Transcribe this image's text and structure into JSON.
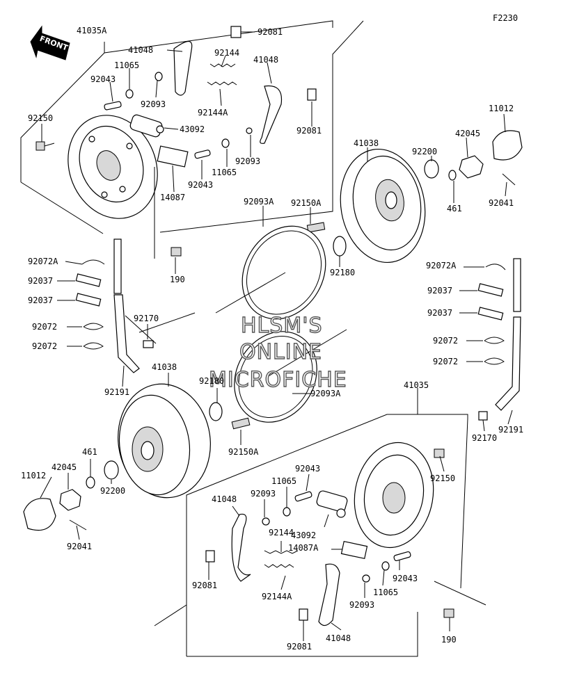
{
  "figure_code": "F2230",
  "front_label": "FRONT",
  "watermark": [
    "HLSM'S",
    "ONLINE",
    "MICROFICHE"
  ],
  "labels": {
    "a41035A": "41035A",
    "a92081_t": "92081",
    "a41048_t": "41048",
    "a92144": "92144",
    "a41048_b": "41048",
    "a11065_l": "11065",
    "a92043_l": "92043",
    "a92093_l": "92093",
    "a92144A": "92144A",
    "a92081_r": "92081",
    "a92150_l": "92150",
    "a43092_l": "43092",
    "a92093_m": "92093",
    "a11065_m": "11065",
    "a92043_m": "92043",
    "a14087": "14087",
    "a11012_r": "11012",
    "a42045_r": "42045",
    "a41038_t": "41038",
    "a92200_r": "92200",
    "a461_r": "461",
    "a92041_r": "92041",
    "a92093A_t": "92093A",
    "a92150A_t": "92150A",
    "a92180_t": "92180",
    "a190_t": "190",
    "a92072A_l": "92072A",
    "a92037_l1": "92037",
    "a92037_l2": "92037",
    "a92072_l1": "92072",
    "a92072_l2": "92072",
    "a92170_l": "92170",
    "a92191_l": "92191",
    "a41038_b": "41038",
    "a92180_b": "92180",
    "a92093A_b": "92093A",
    "a92150A_b": "92150A",
    "a461_l": "461",
    "a42045_l": "42045",
    "a11012_l": "11012",
    "a92200_l": "92200",
    "a92041_l": "92041",
    "a92072A_r": "92072A",
    "a92037_r1": "92037",
    "a92037_r2": "92037",
    "a92072_r1": "92072",
    "a92072_r2": "92072",
    "a41035": "41035",
    "a92170_r": "92170",
    "a92191_r": "92191",
    "a92150_r": "92150",
    "a92043_b": "92043",
    "a11065_b": "11065",
    "a41048_bl": "41048",
    "a92093_b": "92093",
    "a43092_b": "43092",
    "a92144_b": "92144",
    "a14087A": "14087A",
    "a92043_b2": "92043",
    "a11065_b2": "11065",
    "a92081_bl": "92081",
    "a92144A_b": "92144A",
    "a92093_b2": "92093",
    "a92081_b": "92081",
    "a41048_b2": "41048",
    "a190_b": "190"
  }
}
